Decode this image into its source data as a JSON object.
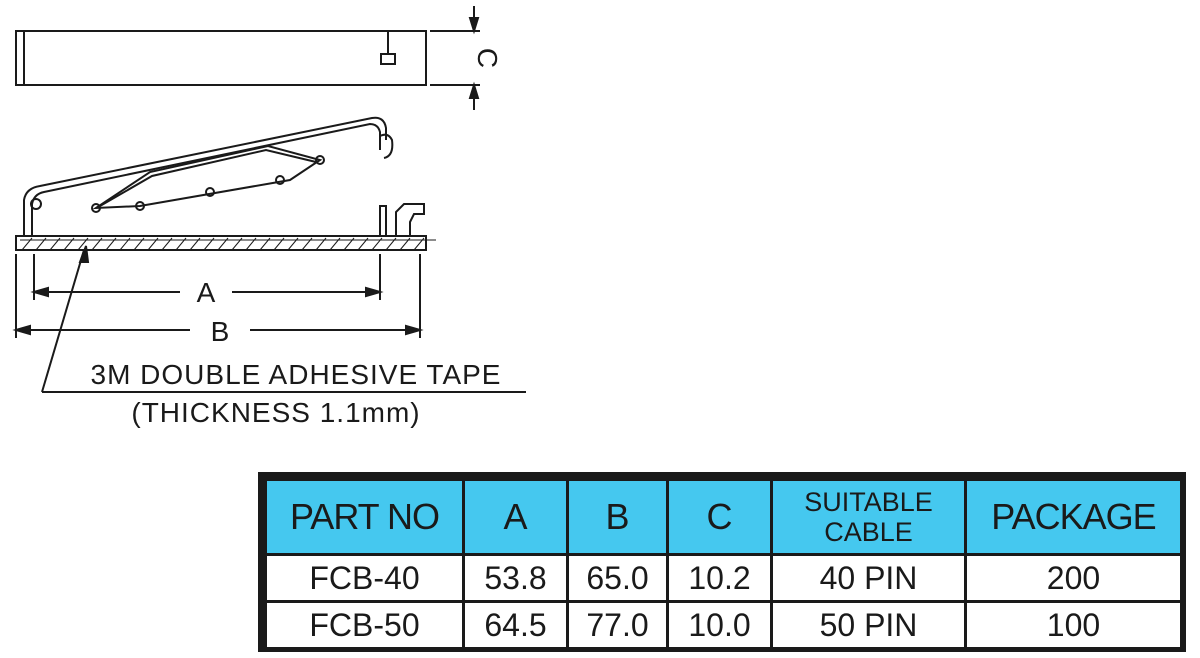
{
  "drawing": {
    "dim_a": "A",
    "dim_b": "B",
    "dim_c": "C",
    "tape_label": "3M DOUBLE ADHESIVE TAPE",
    "tape_thickness": "(THICKNESS 1.1mm)"
  },
  "table": {
    "headers": [
      "PART NO",
      "A",
      "B",
      "C",
      "SUITABLE",
      "CABLE",
      "PACKAGE"
    ],
    "rows": [
      [
        "FCB-40",
        "53.8",
        "65.0",
        "10.2",
        "40 PIN",
        "200"
      ],
      [
        "FCB-50",
        "64.5",
        "77.0",
        "10.0",
        "50 PIN",
        "100"
      ]
    ]
  },
  "colors": {
    "header_bg": "#45c8ef",
    "line": "#1a1a1a"
  }
}
